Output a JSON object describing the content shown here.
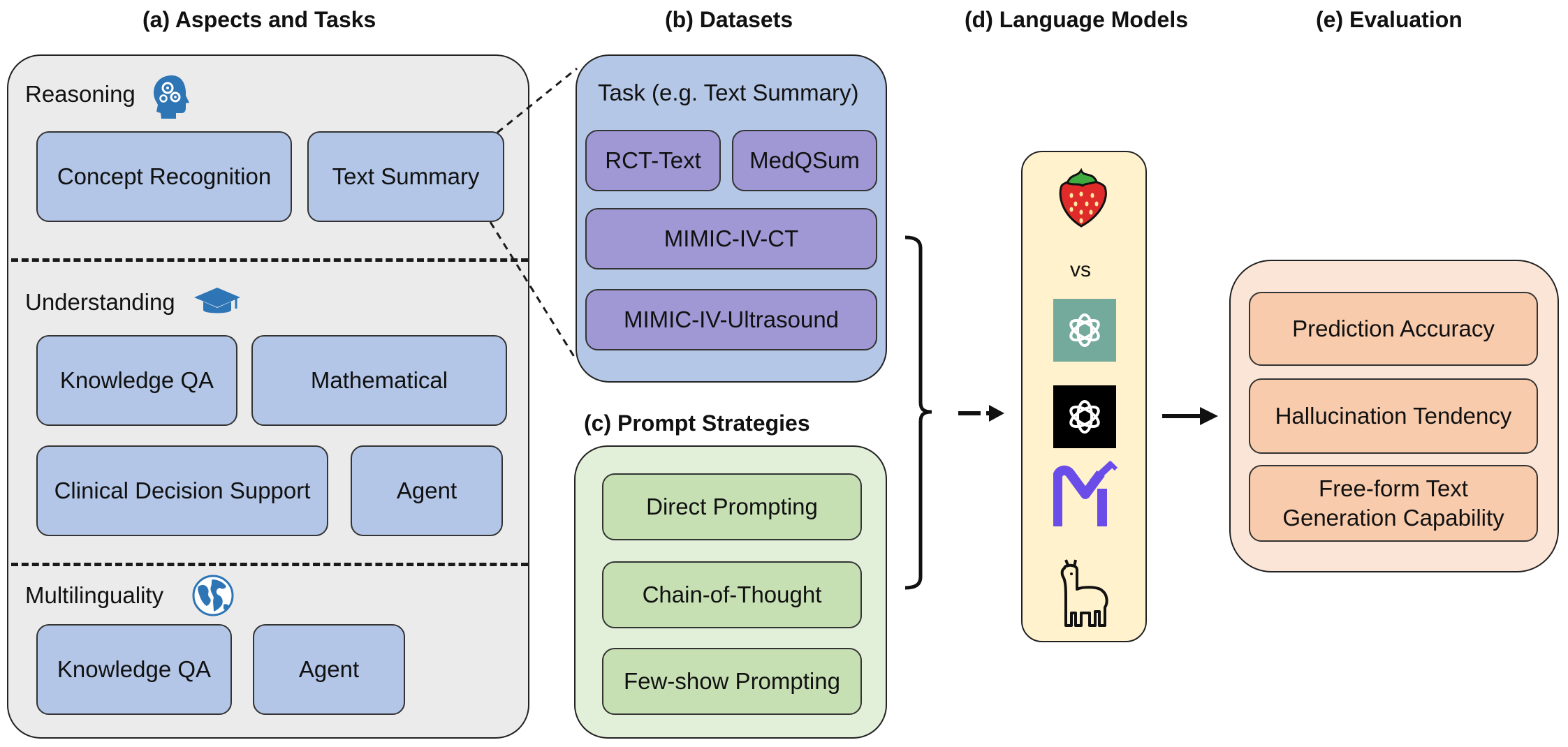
{
  "headings": {
    "a": "(a)  Aspects and Tasks",
    "b": "(b) Datasets",
    "c": "(c) Prompt Strategies",
    "d": "(d)  Language Models",
    "e": "(e)  Evaluation"
  },
  "aspects": {
    "reasoning": {
      "label": "Reasoning",
      "icon": "brain-gears-icon",
      "tasks": [
        "Concept Recognition",
        "Text Summary"
      ]
    },
    "understanding": {
      "label": "Understanding",
      "icon": "graduation-cap-icon",
      "tasks": [
        "Knowledge QA",
        "Mathematical",
        "Clinical Decision Support",
        "Agent"
      ]
    },
    "multilinguality": {
      "label": "Multilinguality",
      "icon": "globe-icon",
      "tasks": [
        "Knowledge QA",
        "Agent"
      ]
    }
  },
  "datasets": {
    "title": "Task (e.g. Text Summary)",
    "items": [
      "RCT-Text",
      "MedQSum",
      "MIMIC-IV-CT",
      "MIMIC-IV-Ultrasound"
    ]
  },
  "prompts": {
    "items": [
      "Direct Prompting",
      "Chain-of-Thought",
      "Few-show Prompting"
    ]
  },
  "models": {
    "vs": "vs",
    "icons": [
      "strawberry-icon",
      "openai-green-logo-icon",
      "openai-black-logo-icon",
      "meditron-m-logo-icon",
      "llama-icon"
    ]
  },
  "evaluation": {
    "items": [
      "Prediction Accuracy",
      "Hallucination Tendency",
      "Free-form Text Generation Capability"
    ]
  },
  "colors": {
    "panel_gray": "#ebebeb",
    "panel_blue": "#b4c7e7",
    "panel_green": "#e2efd9",
    "panel_yellow": "#fff2cc",
    "panel_orange": "#fbe5d6",
    "task_blue": "#b3c6e7",
    "dataset_purple": "#9f98d4",
    "prompt_green": "#c6e0b4",
    "eval_orange": "#f8cbad",
    "icon_blue": "#2e75b6"
  }
}
